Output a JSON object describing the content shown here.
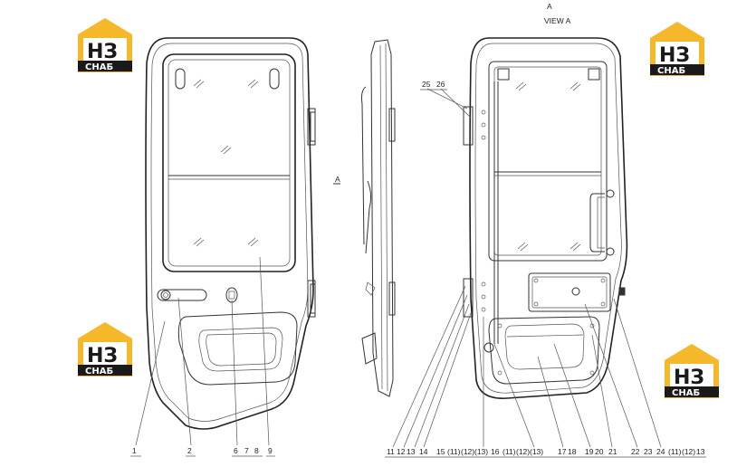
{
  "drawing": {
    "section_mark": "A",
    "view_title": "VIEW A",
    "side_mark": "A"
  },
  "logo": {
    "letters": "НЗ",
    "caption": "СНАБ",
    "colors": {
      "yellow": "#f4b82a",
      "black": "#1a1a1a",
      "white": "#ffffff"
    }
  },
  "callouts": {
    "front": [
      "1",
      "2",
      "6",
      "7",
      "8",
      "9"
    ],
    "view_top": [
      "25",
      "26"
    ],
    "view_bottom": [
      "11",
      "12",
      "13",
      "14",
      "15",
      "(11)",
      "(12)",
      "(13)",
      "16",
      "(11)",
      "(12)",
      "(13)",
      "17",
      "18",
      "19",
      "20",
      "21",
      "22",
      "23",
      "24",
      "(11)",
      "(12)",
      "13"
    ]
  }
}
